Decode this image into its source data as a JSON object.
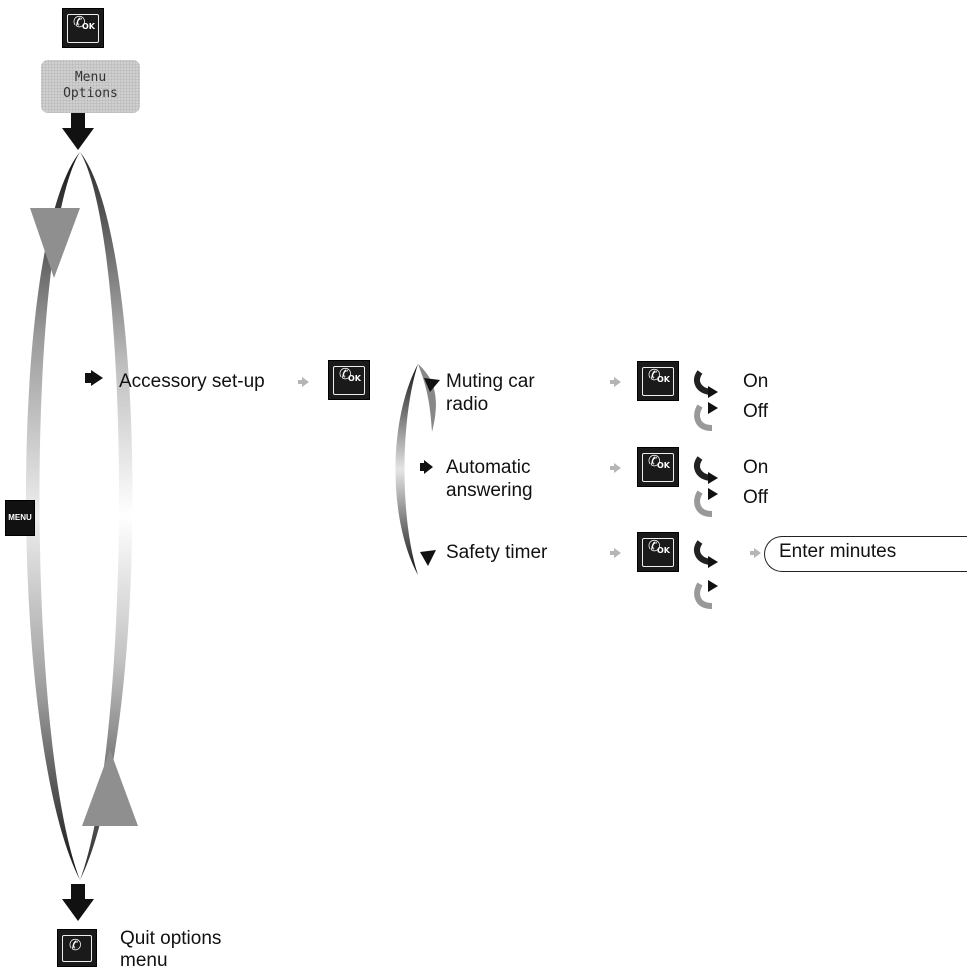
{
  "display": {
    "line1": "Menu",
    "line2": "Options"
  },
  "keys": {
    "ok_glyph": "✆",
    "ok_sub": "OK",
    "menu_label": "MENU",
    "end_glyph": "✆"
  },
  "steps": {
    "accessory": "Accessory set-up",
    "muting_line1": "Muting car",
    "muting_line2": "radio",
    "auto_line1": "Automatic",
    "auto_line2": "answering",
    "safety": "Safety timer",
    "on": "On",
    "off": "Off",
    "enter_minutes": "Enter minutes",
    "quit_line1": "Quit options",
    "quit_line2": "menu"
  },
  "icons": {
    "down-arrow": "down-arrow-icon",
    "bullet-arrow": "right-arrow-icon",
    "step-arrow": "small-step-arrow-icon",
    "cycle-arrow": "circular-arrow-icon"
  }
}
